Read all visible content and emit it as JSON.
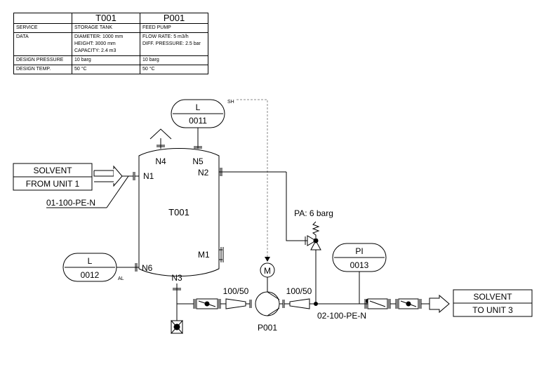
{
  "table": {
    "headers": [
      "",
      "T001",
      "P001"
    ],
    "rows": [
      {
        "label": "SERVICE",
        "t001": [
          "STORAGE TANK"
        ],
        "p001": [
          "FEED PUMP"
        ]
      },
      {
        "label": "DATA",
        "t001": [
          "DIAMETER: 1000 mm",
          "HEIGHT: 3000 mm",
          "CAPACITY: 2.4 m3"
        ],
        "p001": [
          "FLOW RATE: 5 m3/h",
          "DIFF. PRESSURE: 2.5 bar"
        ]
      },
      {
        "label": "DESIGN PRESSURE",
        "t001": [
          "10 barg"
        ],
        "p001": [
          "10 barg"
        ]
      },
      {
        "label": "DESIGN TEMP.",
        "t001": [
          "50 °C"
        ],
        "p001": [
          "50 °C"
        ]
      }
    ]
  },
  "diagram": {
    "tank_tag": "T001",
    "pump_tag": "P001",
    "motor_symbol": "M",
    "nozzles": {
      "n1": "N1",
      "n2": "N2",
      "n3": "N3",
      "n4": "N4",
      "n5": "N5",
      "n6": "N6",
      "m1": "M1"
    },
    "inlet": {
      "line1": "SOLVENT",
      "line2": "FROM UNIT 1"
    },
    "outlet": {
      "line1": "SOLVENT",
      "line2": "TO UNIT 3"
    },
    "level_top": {
      "letter": "L",
      "number": "0011",
      "signal": "SH"
    },
    "level_side": {
      "letter": "L",
      "number": "0012",
      "signal": "AL"
    },
    "pressure_indicator": {
      "letter": "PI",
      "number": "0013"
    },
    "relief_label": "PA: 6 barg",
    "reducer_suction": "100/50",
    "reducer_discharge": "100/50",
    "line_inlet": "01-100-PE-N",
    "line_outlet": "02-100-PE-N"
  }
}
